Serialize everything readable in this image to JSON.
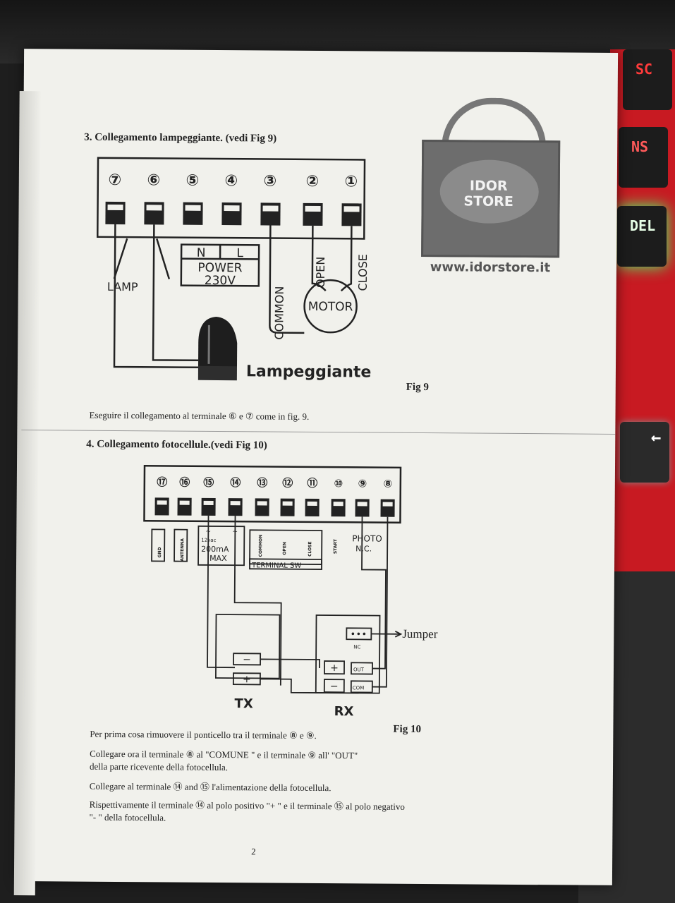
{
  "section3": {
    "heading": "3. Collegamento lampeggiante. (vedi Fig 9)",
    "terminals": [
      "⑦",
      "⑥",
      "⑤",
      "④",
      "③",
      "②",
      "①"
    ],
    "n_label": "N",
    "l_label": "L",
    "power_label": "POWER",
    "voltage_label": "230V",
    "common_label": "COMMON",
    "open_label": "OPEN",
    "close_label": "CLOSE",
    "lamp_label": "LAMP",
    "motor_label": "MOTOR",
    "lampeggiante_label": "Lampeggiante",
    "fig_label": "Fig 9",
    "instruction": "Eseguire il collegamento al terminale ⑥ e ⑦ come in fig. 9."
  },
  "logo": {
    "line1": "IDOR",
    "line2": "STORE",
    "url": "www.idorstore.it"
  },
  "section4": {
    "heading": "4. Collegamento fotocellule.(vedi Fig 10)",
    "terminals": [
      "⑰",
      "⑯",
      "⑮",
      "⑭",
      "⑬",
      "⑫",
      "⑪",
      "⑩",
      "⑨",
      "⑧"
    ],
    "gnd_label": "GND",
    "antenna_label": "ANTENNA",
    "ac_symbol": "~",
    "ac_rating": "12vac",
    "ma_value": "200mA",
    "max_label": "MAX",
    "common_label": "COMMON",
    "open_label": "OPEN",
    "close_label": "CLOSE",
    "start_label": "START",
    "photo_label": "PHOTO",
    "nc_label": "N.C.",
    "terminal_sw_label": "TERMINAL SW",
    "jumper_label": "Jumper",
    "nc_small": "NC",
    "out_label": "OUT",
    "com_label": "COM",
    "minus": "−",
    "plus": "+",
    "tx_label": "TX",
    "rx_label": "RX",
    "fig_label": "Fig 10",
    "para1": "Per prima cosa rimuovere il ponticello tra il terminale ⑧ e ⑨.",
    "para2a": "Collegare ora il terminale ⑧  al \"COMUNE \" e il terminale ⑨  all' \"OUT\"",
    "para2b": "della parte ricevente della fotocellula.",
    "para3": "Collegare al terminale ⑭ and ⑮ l'alimentazione della fotocellula.",
    "para4a": "Rispettivamente il terminale ⑭ al polo positivo \"+ \" e il terminale ⑮ al polo negativo",
    "para4b": "\"- \" della fotocellula."
  },
  "page_number": "2",
  "keyboard": {
    "key1": "SC",
    "key2": "NS",
    "key3": "DEL",
    "key4": "←"
  },
  "colors": {
    "keyboard_red": "#c81a22",
    "key_glow_green": "#3cff6a",
    "paper": "#f1f1ec"
  }
}
